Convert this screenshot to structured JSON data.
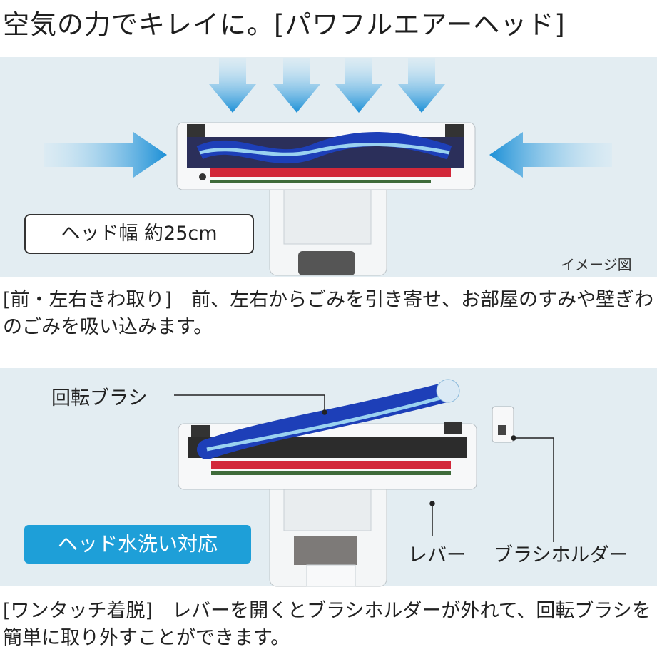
{
  "title": "空気の力でキレイに。[パワフルエアーヘッド]",
  "panel1": {
    "badge": "ヘッド幅 約25cm",
    "image_note": "イメージ図"
  },
  "desc1": "[前・左右きわ取り]　前、左右からごみを引き寄せ、お部屋のすみや壁ぎわのごみを吸い込みます。",
  "panel2": {
    "label_brush": "回転ブラシ",
    "label_lever": "レバー",
    "label_holder": "ブラシホルダー",
    "badge": "ヘッド水洗い対応"
  },
  "desc2": "[ワンタッチ着脱]　レバーを開くとブラシホルダーが外れて、回転ブラシを簡単に取り外すことができます。",
  "colors": {
    "panel_bg": "#e3edf2",
    "arrow_blue": "#1b8fd6",
    "badge_blue": "#1e9fd8",
    "brush_red": "#d2283a",
    "brush_green": "#3e6b3a"
  }
}
